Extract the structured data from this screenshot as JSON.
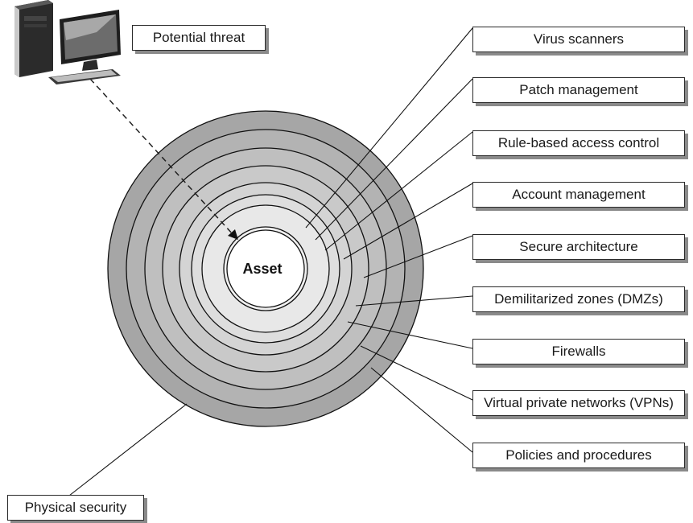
{
  "diagram": {
    "center_label": "Asset",
    "threat_label": "Potential threat",
    "physical_label": "Physical security",
    "layer_labels": [
      "Virus scanners",
      "Patch management",
      "Rule-based access control",
      "Account management",
      "Secure architecture",
      "Demilitarized zones (DMZs)",
      "Firewalls",
      "Virtual private networks (VPNs)",
      "Policies and procedures"
    ],
    "icons": {
      "computer": "computer-icon"
    },
    "colors": {
      "outer_ring": "#a6a6a6",
      "ring_2": "#b3b3b3",
      "ring_3": "#bfbfbf",
      "ring_4": "#c9c9c9",
      "ring_5": "#d4d4d4",
      "ring_6": "#dedede",
      "ring_7": "#e8e8e8",
      "ring_8": "#f0f0f0",
      "core": "#ffffff"
    }
  }
}
